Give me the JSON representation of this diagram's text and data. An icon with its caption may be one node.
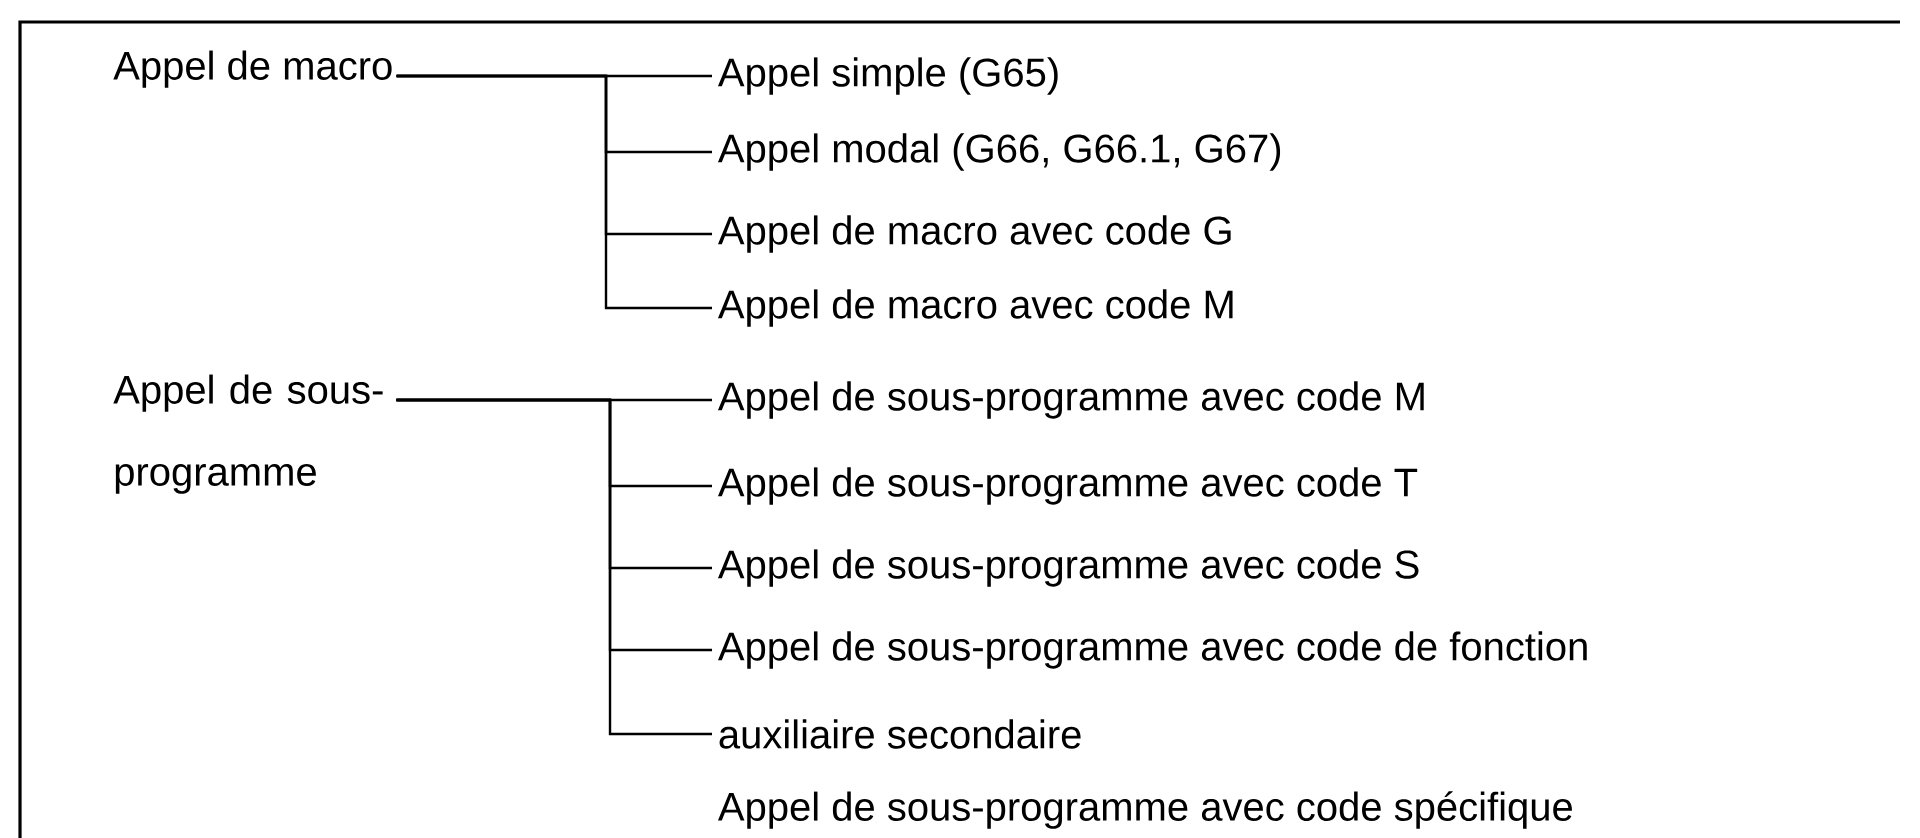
{
  "diagram": {
    "nodes": [
      {
        "text": [
          "Appel de macro"
        ]
      },
      {
        "text": [
          "Appel simple (G65)"
        ]
      },
      {
        "text": [
          "Appel modal (G66, G66.1, G67)"
        ]
      },
      {
        "text": [
          "Appel de macro avec code G"
        ]
      },
      {
        "text": [
          "Appel de macro avec code M"
        ]
      },
      {
        "text": [
          "Appel de sous-programme"
        ]
      },
      {
        "text": [
          "Appel de sous-programme avec code M"
        ]
      },
      {
        "text": [
          "Appel de sous-programme avec code T"
        ]
      },
      {
        "text": [
          "Appel de sous-programme avec code S"
        ]
      },
      {
        "text": [
          "Appel de sous-programme avec code de fonction"
        ]
      },
      {
        "text": [
          "auxiliaire secondaire"
        ]
      }
    ],
    "edges": [
      {
        "from": 0,
        "to": 1,
        "arrow": "none"
      },
      {
        "from": 0,
        "to": 2,
        "arrow": "none"
      },
      {
        "from": 0,
        "to": 3,
        "arrow": "none"
      },
      {
        "from": 0,
        "to": 4,
        "arrow": "none"
      },
      {
        "from": 5,
        "to": 6,
        "arrow": "none"
      },
      {
        "from": 5,
        "to": 7,
        "arrow": "none"
      },
      {
        "from": 5,
        "to": 8,
        "arrow": "none"
      },
      {
        "from": 5,
        "to": 9,
        "arrow": "none"
      },
      {
        "from": 5,
        "to": 10,
        "arrow": "none"
      }
    ],
    "labels": [
      "Appel de sous-programme avec code spécifique"
    ]
  }
}
